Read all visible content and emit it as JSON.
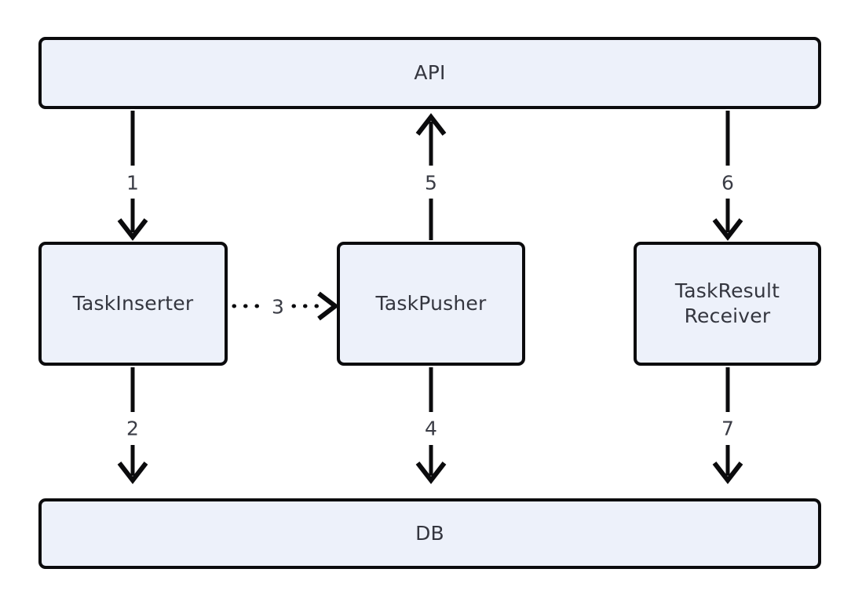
{
  "diagram": {
    "title_text": "",
    "background_color": "#ffffff",
    "node_fill_color": "#edf1fa",
    "node_border_color": "#0b0b0d",
    "text_color": "#34363f",
    "edge_color": "#0b0b0d",
    "nodes": [
      {
        "id": "api",
        "label": "API"
      },
      {
        "id": "inserter",
        "label": "TaskInserter"
      },
      {
        "id": "pusher",
        "label": "TaskPusher"
      },
      {
        "id": "receiver",
        "label": "TaskResult\nReceiver"
      },
      {
        "id": "db",
        "label": "DB"
      }
    ],
    "edges": [
      {
        "id": "e1",
        "label": "1",
        "from": "api",
        "to": "inserter",
        "direction": "down",
        "style": "solid"
      },
      {
        "id": "e2",
        "label": "2",
        "from": "inserter",
        "to": "db",
        "direction": "down",
        "style": "solid"
      },
      {
        "id": "e3",
        "label": "3",
        "from": "inserter",
        "to": "pusher",
        "direction": "right",
        "style": "dotted"
      },
      {
        "id": "e4",
        "label": "4",
        "from": "pusher",
        "to": "db",
        "direction": "down",
        "style": "solid"
      },
      {
        "id": "e5",
        "label": "5",
        "from": "pusher",
        "to": "api",
        "direction": "up",
        "style": "solid"
      },
      {
        "id": "e6",
        "label": "6",
        "from": "api",
        "to": "receiver",
        "direction": "down",
        "style": "solid"
      },
      {
        "id": "e7",
        "label": "7",
        "from": "receiver",
        "to": "db",
        "direction": "down",
        "style": "solid"
      }
    ]
  }
}
